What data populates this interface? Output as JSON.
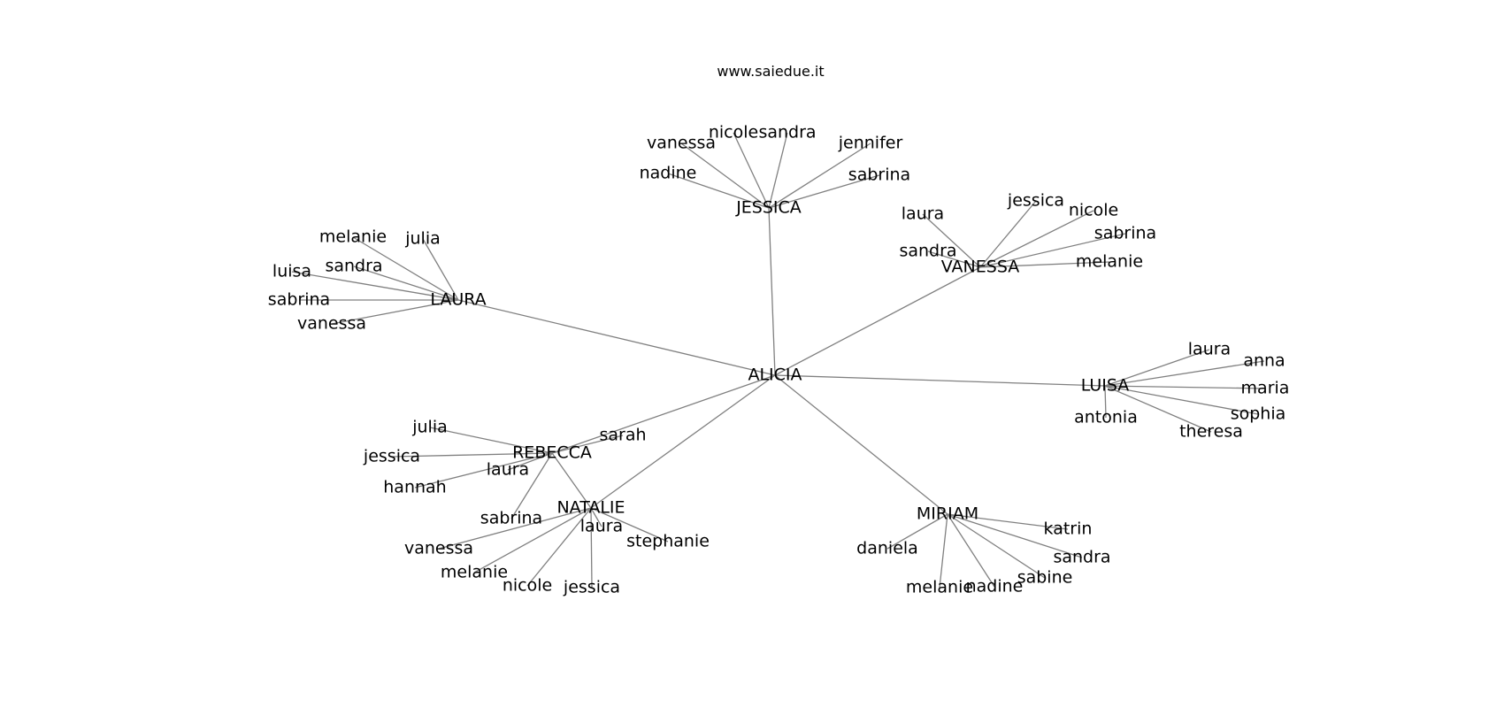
{
  "header": {
    "title": "www.saiedue.it"
  },
  "graph": {
    "root": "ALICIA",
    "clusters": [
      {
        "name": "JESSICA",
        "children": [
          "vanessa",
          "nicole",
          "sandra",
          "jennifer",
          "nadine",
          "sabrina"
        ]
      },
      {
        "name": "VANESSA",
        "children": [
          "laura",
          "jessica",
          "nicole",
          "sabrina",
          "sandra",
          "melanie"
        ]
      },
      {
        "name": "LAURA",
        "children": [
          "melanie",
          "julia",
          "sandra",
          "luisa",
          "sabrina",
          "vanessa"
        ]
      },
      {
        "name": "LUISA",
        "children": [
          "laura",
          "anna",
          "maria",
          "sophia",
          "antonia",
          "theresa"
        ]
      },
      {
        "name": "REBECCA",
        "children": [
          "julia",
          "sarah",
          "jessica",
          "laura",
          "hannah",
          "sabrina"
        ]
      },
      {
        "name": "NATALIE",
        "children": [
          "laura",
          "stephanie",
          "vanessa",
          "melanie",
          "nicole",
          "jessica"
        ]
      },
      {
        "name": "MIRIAM",
        "children": [
          "katrin",
          "daniela",
          "sandra",
          "sabine",
          "melanie",
          "nadine"
        ]
      }
    ],
    "cross_edges": [
      [
        "REBECCA",
        "NATALIE"
      ]
    ]
  }
}
